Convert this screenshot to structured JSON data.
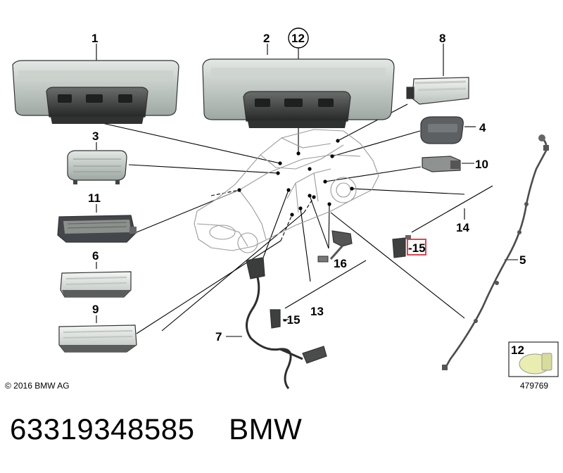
{
  "labels": {
    "l1": "1",
    "l2": "2",
    "l12a": "12",
    "l8": "8",
    "l3": "3",
    "l4": "4",
    "l10": "10",
    "l11": "11",
    "l6": "6",
    "l9": "9",
    "l14": "14",
    "l15a": "-15",
    "l5": "5",
    "l16": "16",
    "l13": "13",
    "l15b": "-15",
    "l7": "7",
    "l12b": "12"
  },
  "highlight_color": "#e0303a",
  "copyright": "© 2016 BMW AG",
  "reference": "479769",
  "footer": {
    "part_number": "63319348585",
    "brand": "BMW"
  }
}
